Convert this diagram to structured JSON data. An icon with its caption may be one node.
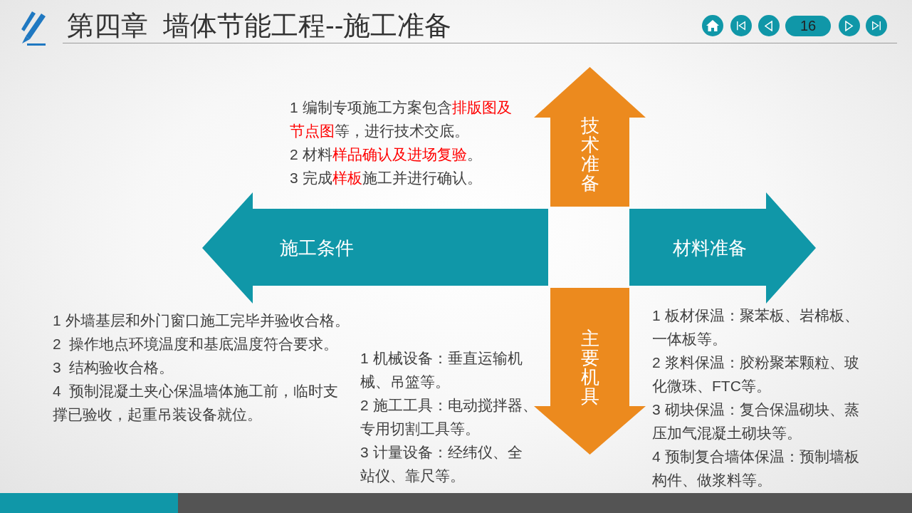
{
  "diagram": {
    "title": "第四章  墙体节能工程--施工准备",
    "nodes": [
      {
        "text": [
          "技术准备"
        ],
        "beside": [
          "1 编制专项施工方案包含**排版图及节点图**等，进行技术交底。",
          "2 材料**样品确认及进场复验**。",
          "3 完成**样板**施工并进行确认。"
        ]
      },
      {
        "text": [
          "施工条件"
        ],
        "beside": [
          "1 外墙基层和外门窗口施工完毕并验收合格。",
          "2  操作地点环境温度和基底温度符合要求。",
          "3  结构验收合格。",
          "4  预制混凝土夹心保温墙体施工前，临时支撑已验收，起重吊装设备就位。"
        ]
      },
      {
        "text": [
          "材料准备"
        ],
        "beside": [
          "1 板材保温：聚苯板、岩棉板、一体板等。",
          "2 浆料保温：胶粉聚苯颗粒、玻化微珠、FTC等。",
          "3 砌块保温：复合保温砌块、蒸压加气混凝土砌块等。",
          "4 预制复合墙体保温：预制墙板构件、做浆料等。"
        ]
      },
      {
        "text": [
          "主要机具"
        ],
        "beside": [
          "1 机械设备：垂直运输机械、吊篮等。",
          "2 施工工具：电动搅拌器、专用切割工具等。",
          "3 计量设备：经纬仪、全站仪、靠尺等。"
        ]
      }
    ],
    "labels": [
      "16"
    ]
  }
}
